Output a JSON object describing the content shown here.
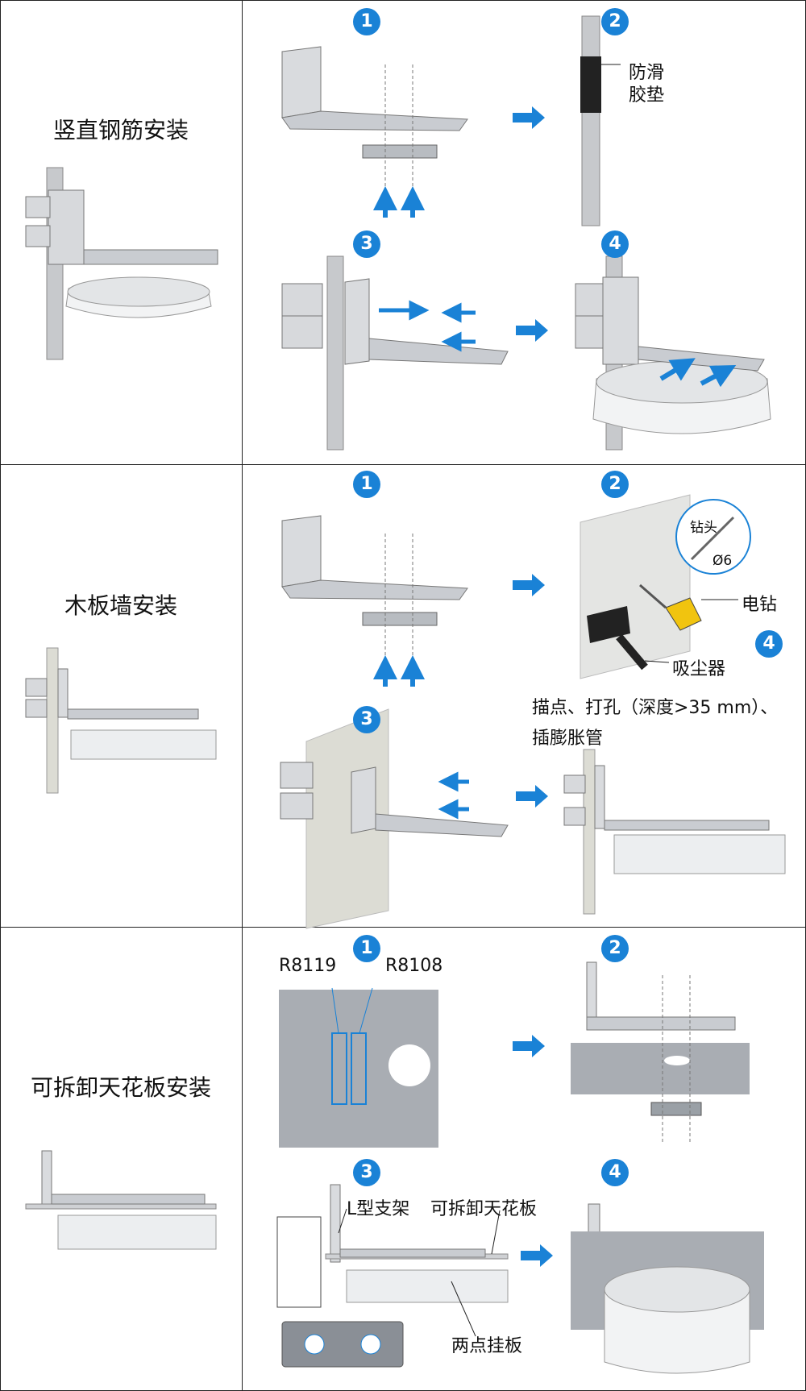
{
  "sections": [
    {
      "title": "竖直钢筋安装",
      "steps": [
        "1",
        "2",
        "3",
        "4"
      ],
      "labels": {
        "pad_line1": "防滑",
        "pad_line2": "胶垫"
      }
    },
    {
      "title": "木板墙安装",
      "steps": [
        "1",
        "2",
        "3",
        "4"
      ],
      "labels": {
        "drill_bit": "钻头",
        "diameter": "Ø6",
        "drill": "电钻",
        "vacuum": "吸尘器",
        "instruction_line1": "描点、打孔（深度>35 mm）、",
        "instruction_line2": "插膨胀管"
      }
    },
    {
      "title": "可拆卸天花板安装",
      "steps": [
        "1",
        "2",
        "3",
        "4"
      ],
      "labels": {
        "model_a": "R8119",
        "model_b": "R8108",
        "l_bracket": "L型支架",
        "ceiling": "可拆卸天花板",
        "hanger": "两点挂板"
      }
    }
  ],
  "colors": {
    "accent": "#1a82d6",
    "metal": "#c9ccd1",
    "panel": "#a9adb3",
    "pole": "#c7c9cc",
    "board": "#dcdcd4"
  }
}
